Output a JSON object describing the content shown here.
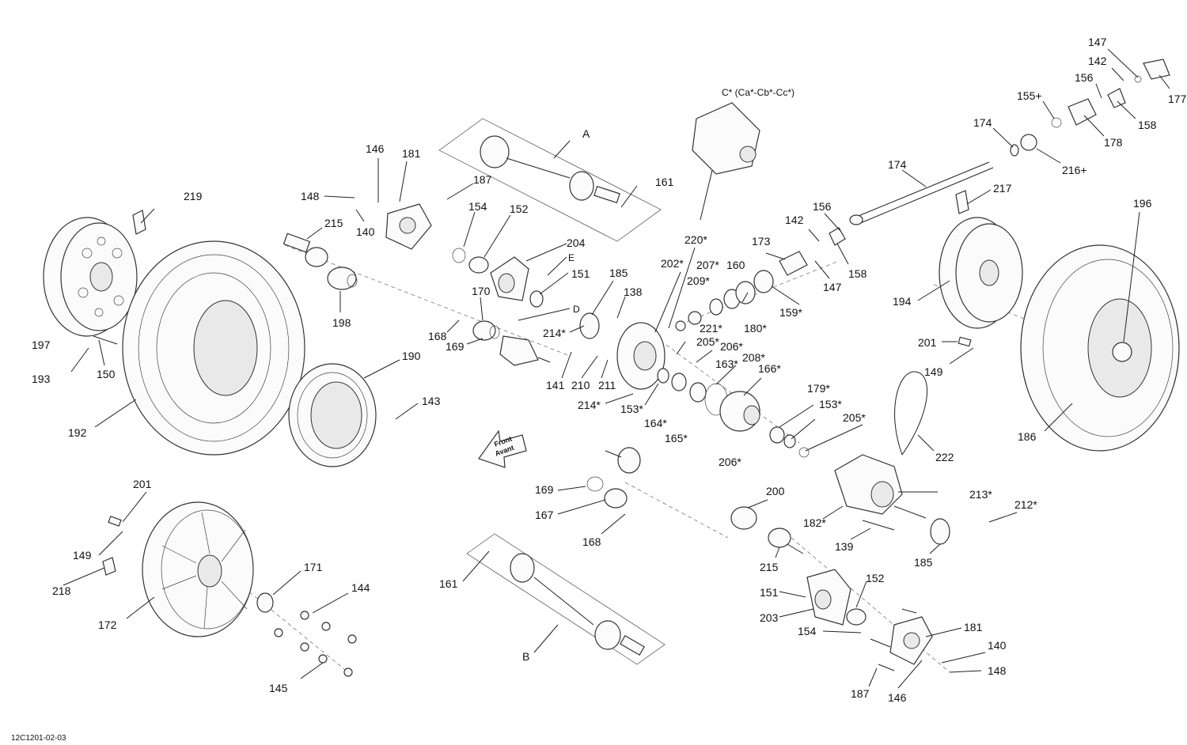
{
  "diagram": {
    "ref_code": "12C1201-02-03",
    "front_arrow_text": [
      "Front",
      "Avant"
    ],
    "group_labels": {
      "A": "A",
      "B": "B",
      "E": "E",
      "D": "D",
      "C": "C* (Ca*-Cb*-Cc*)"
    },
    "callouts": [
      "147",
      "142",
      "177",
      "156",
      "155+",
      "158",
      "178",
      "174",
      "216+",
      "174",
      "217",
      "196",
      "156",
      "142",
      "147",
      "158",
      "173",
      "207*",
      "160",
      "209*",
      "159*",
      "221*",
      "180*",
      "220*",
      "202*",
      "185",
      "138",
      "214*",
      "141",
      "210",
      "211",
      "214*",
      "153*",
      "205*",
      "206*",
      "208*",
      "163*",
      "166*",
      "164*",
      "165*",
      "179*",
      "153*",
      "205*",
      "206*",
      "222",
      "213*",
      "212*",
      "182*",
      "139",
      "185",
      "200",
      "215",
      "151",
      "203",
      "154",
      "152",
      "181",
      "140",
      "148",
      "146",
      "187",
      "194",
      "201",
      "149",
      "186",
      "219",
      "146",
      "181",
      "148",
      "140",
      "215",
      "198",
      "187",
      "154",
      "152",
      "204",
      "151",
      "170",
      "168",
      "169",
      "197",
      "193",
      "150",
      "192",
      "190",
      "143",
      "169",
      "167",
      "168",
      "161",
      "161",
      "201",
      "149",
      "218",
      "172",
      "171",
      "144",
      "145"
    ]
  }
}
